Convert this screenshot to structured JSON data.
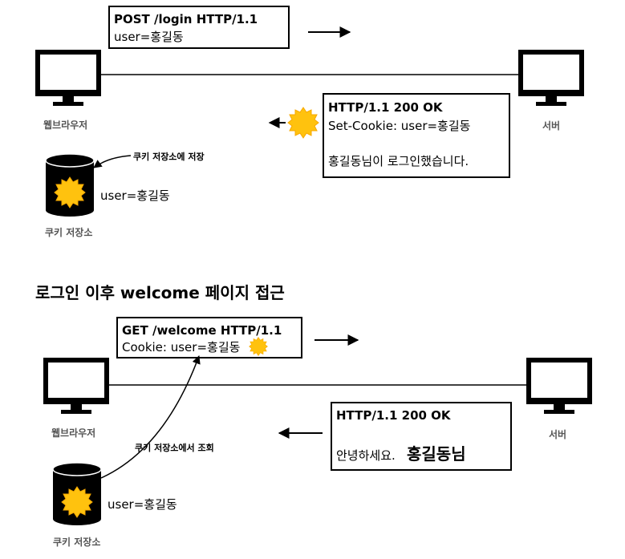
{
  "panel1": {
    "request_line": "POST /login HTTP/1.1",
    "request_body": "user=홍길동",
    "client_label": "웹브라우저",
    "server_label": "서버",
    "response_status": "HTTP/1.1 200 OK",
    "response_header": "Set-Cookie: user=홍길동",
    "response_body": "홍길동님이 로그인했습니다.",
    "store_note": "쿠키 저장소에 저장",
    "cookie_value": "user=홍길동",
    "store_label": "쿠키 저장소"
  },
  "section_title": "로그인 이후 welcome 페이지 접근",
  "panel2": {
    "request_line": "GET /welcome HTTP/1.1",
    "request_cookie": "Cookie: user=홍길동",
    "client_label": "웹브라우저",
    "server_label": "서버",
    "response_status": "HTTP/1.1 200 OK",
    "response_body_prefix": "안녕하세요.",
    "response_body_name": "홍길동님",
    "lookup_note": "쿠키 저장소에서 조회",
    "cookie_value": "user=홍길동",
    "store_label": "쿠키 저장소"
  },
  "colors": {
    "cookie": "#FFC20E",
    "cookie_edge": "#F7A800",
    "ink": "#000000",
    "label": "#555555"
  },
  "icons": [
    "monitor-icon",
    "cookie-icon",
    "database-icon",
    "arrow-icon"
  ]
}
